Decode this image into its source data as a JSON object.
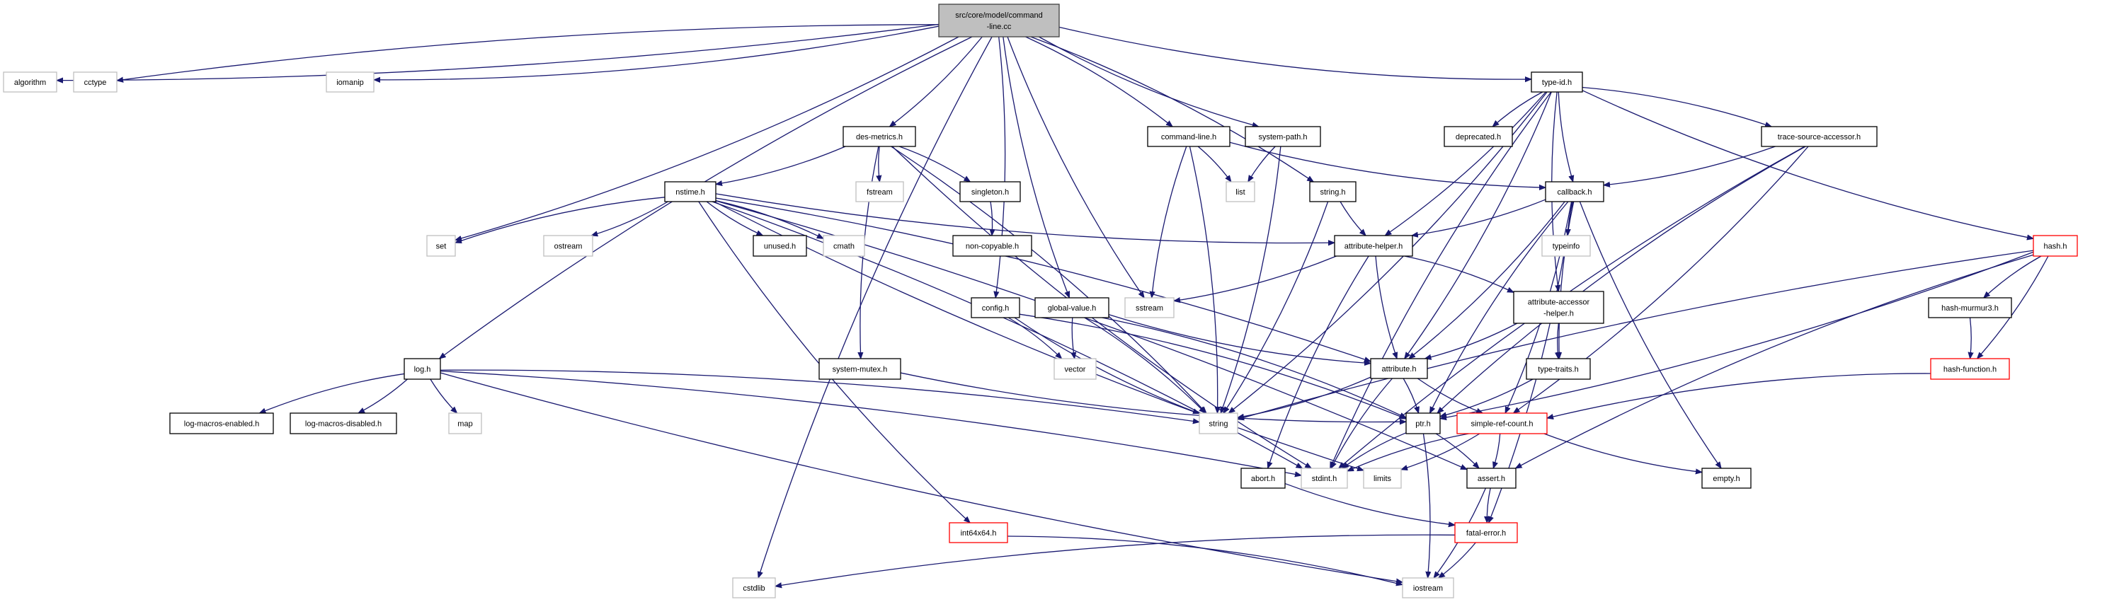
{
  "graph": {
    "title": "src/core/model/command-line.cc",
    "edge_color": "#191970",
    "node_colors": {
      "root_fill": "#bfbfbf",
      "documented_border": "#000000",
      "system_border": "#bfbfbf",
      "truncated_border": "#ff0000"
    },
    "nodes": [
      {
        "id": "root",
        "label": [
          "src/core/model/command",
          "-line.cc"
        ],
        "kind": "root"
      },
      {
        "id": "algorithm",
        "label": [
          "algorithm"
        ],
        "kind": "system"
      },
      {
        "id": "cctype",
        "label": [
          "cctype"
        ],
        "kind": "system"
      },
      {
        "id": "iomanip",
        "label": [
          "iomanip"
        ],
        "kind": "system"
      },
      {
        "id": "type-id.h",
        "label": [
          "type-id.h"
        ],
        "kind": "documented"
      },
      {
        "id": "des-metrics.h",
        "label": [
          "des-metrics.h"
        ],
        "kind": "documented"
      },
      {
        "id": "command-line.h",
        "label": [
          "command-line.h"
        ],
        "kind": "documented"
      },
      {
        "id": "system-path.h",
        "label": [
          "system-path.h"
        ],
        "kind": "documented"
      },
      {
        "id": "deprecated.h",
        "label": [
          "deprecated.h"
        ],
        "kind": "documented"
      },
      {
        "id": "trace-source-accessor.h",
        "label": [
          "trace-source-accessor.h"
        ],
        "kind": "documented"
      },
      {
        "id": "nstime.h",
        "label": [
          "nstime.h"
        ],
        "kind": "documented"
      },
      {
        "id": "fstream",
        "label": [
          "fstream"
        ],
        "kind": "system"
      },
      {
        "id": "singleton.h",
        "label": [
          "singleton.h"
        ],
        "kind": "documented"
      },
      {
        "id": "list",
        "label": [
          "list"
        ],
        "kind": "system"
      },
      {
        "id": "string.h",
        "label": [
          "string.h"
        ],
        "kind": "documented"
      },
      {
        "id": "callback.h",
        "label": [
          "callback.h"
        ],
        "kind": "documented"
      },
      {
        "id": "set",
        "label": [
          "set"
        ],
        "kind": "system"
      },
      {
        "id": "ostream",
        "label": [
          "ostream"
        ],
        "kind": "system"
      },
      {
        "id": "unused.h",
        "label": [
          "unused.h"
        ],
        "kind": "documented"
      },
      {
        "id": "cmath",
        "label": [
          "cmath"
        ],
        "kind": "system"
      },
      {
        "id": "non-copyable.h",
        "label": [
          "non-copyable.h"
        ],
        "kind": "documented"
      },
      {
        "id": "attribute-helper.h",
        "label": [
          "attribute-helper.h"
        ],
        "kind": "documented"
      },
      {
        "id": "typeinfo",
        "label": [
          "typeinfo"
        ],
        "kind": "system"
      },
      {
        "id": "hash.h",
        "label": [
          "hash.h"
        ],
        "kind": "truncated"
      },
      {
        "id": "config.h",
        "label": [
          "config.h"
        ],
        "kind": "documented"
      },
      {
        "id": "global-value.h",
        "label": [
          "global-value.h"
        ],
        "kind": "documented"
      },
      {
        "id": "sstream",
        "label": [
          "sstream"
        ],
        "kind": "system"
      },
      {
        "id": "attribute-accessor-helper.h",
        "label": [
          "attribute-accessor",
          "-helper.h"
        ],
        "kind": "documented"
      },
      {
        "id": "hash-murmur3.h",
        "label": [
          "hash-murmur3.h"
        ],
        "kind": "documented"
      },
      {
        "id": "log.h",
        "label": [
          "log.h"
        ],
        "kind": "documented"
      },
      {
        "id": "system-mutex.h",
        "label": [
          "system-mutex.h"
        ],
        "kind": "documented"
      },
      {
        "id": "vector",
        "label": [
          "vector"
        ],
        "kind": "system"
      },
      {
        "id": "attribute.h",
        "label": [
          "attribute.h"
        ],
        "kind": "documented"
      },
      {
        "id": "type-traits.h",
        "label": [
          "type-traits.h"
        ],
        "kind": "documented"
      },
      {
        "id": "hash-function.h",
        "label": [
          "hash-function.h"
        ],
        "kind": "truncated"
      },
      {
        "id": "log-macros-enabled.h",
        "label": [
          "log-macros-enabled.h"
        ],
        "kind": "documented"
      },
      {
        "id": "log-macros-disabled.h",
        "label": [
          "log-macros-disabled.h"
        ],
        "kind": "documented"
      },
      {
        "id": "map",
        "label": [
          "map"
        ],
        "kind": "system"
      },
      {
        "id": "string",
        "label": [
          "string"
        ],
        "kind": "system"
      },
      {
        "id": "ptr.h",
        "label": [
          "ptr.h"
        ],
        "kind": "documented"
      },
      {
        "id": "simple-ref-count.h",
        "label": [
          "simple-ref-count.h"
        ],
        "kind": "truncated"
      },
      {
        "id": "abort.h",
        "label": [
          "abort.h"
        ],
        "kind": "documented"
      },
      {
        "id": "stdint.h",
        "label": [
          "stdint.h"
        ],
        "kind": "system"
      },
      {
        "id": "limits",
        "label": [
          "limits"
        ],
        "kind": "system"
      },
      {
        "id": "assert.h",
        "label": [
          "assert.h"
        ],
        "kind": "documented"
      },
      {
        "id": "empty.h",
        "label": [
          "empty.h"
        ],
        "kind": "documented"
      },
      {
        "id": "int64x64.h",
        "label": [
          "int64x64.h"
        ],
        "kind": "truncated"
      },
      {
        "id": "fatal-error.h",
        "label": [
          "fatal-error.h"
        ],
        "kind": "truncated"
      },
      {
        "id": "cstdlib",
        "label": [
          "cstdlib"
        ],
        "kind": "system"
      },
      {
        "id": "iostream",
        "label": [
          "iostream"
        ],
        "kind": "system"
      }
    ],
    "edges": [
      [
        "root",
        "algorithm"
      ],
      [
        "root",
        "cctype"
      ],
      [
        "root",
        "iomanip"
      ],
      [
        "root",
        "cstdlib"
      ],
      [
        "root",
        "set"
      ],
      [
        "root",
        "log.h"
      ],
      [
        "root",
        "des-metrics.h"
      ],
      [
        "root",
        "sstream"
      ],
      [
        "root",
        "config.h"
      ],
      [
        "root",
        "global-value.h"
      ],
      [
        "root",
        "command-line.h"
      ],
      [
        "root",
        "system-path.h"
      ],
      [
        "root",
        "string.h"
      ],
      [
        "root",
        "type-id.h"
      ],
      [
        "des-metrics.h",
        "nstime.h"
      ],
      [
        "des-metrics.h",
        "fstream"
      ],
      [
        "des-metrics.h",
        "singleton.h"
      ],
      [
        "des-metrics.h",
        "system-mutex.h"
      ],
      [
        "des-metrics.h",
        "string"
      ],
      [
        "des-metrics.h",
        "stdint.h"
      ],
      [
        "singleton.h",
        "non-copyable.h"
      ],
      [
        "nstime.h",
        "set"
      ],
      [
        "nstime.h",
        "ostream"
      ],
      [
        "nstime.h",
        "unused.h"
      ],
      [
        "nstime.h",
        "cmath"
      ],
      [
        "nstime.h",
        "attribute-helper.h"
      ],
      [
        "nstime.h",
        "attribute.h"
      ],
      [
        "nstime.h",
        "int64x64.h"
      ],
      [
        "nstime.h",
        "stdint.h"
      ],
      [
        "nstime.h",
        "limits"
      ],
      [
        "nstime.h",
        "assert.h"
      ],
      [
        "command-line.h",
        "callback.h"
      ],
      [
        "command-line.h",
        "list"
      ],
      [
        "command-line.h",
        "sstream"
      ],
      [
        "command-line.h",
        "string"
      ],
      [
        "system-path.h",
        "list"
      ],
      [
        "system-path.h",
        "string"
      ],
      [
        "string.h",
        "attribute-helper.h"
      ],
      [
        "string.h",
        "string"
      ],
      [
        "type-id.h",
        "deprecated.h"
      ],
      [
        "type-id.h",
        "trace-source-accessor.h"
      ],
      [
        "type-id.h",
        "callback.h"
      ],
      [
        "type-id.h",
        "attribute.h"
      ],
      [
        "type-id.h",
        "attribute-accessor-helper.h"
      ],
      [
        "type-id.h",
        "attribute-helper.h"
      ],
      [
        "type-id.h",
        "hash.h"
      ],
      [
        "type-id.h",
        "string"
      ],
      [
        "type-id.h",
        "stdint.h"
      ],
      [
        "trace-source-accessor.h",
        "callback.h"
      ],
      [
        "trace-source-accessor.h",
        "ptr.h"
      ],
      [
        "trace-source-accessor.h",
        "simple-ref-count.h"
      ],
      [
        "trace-source-accessor.h",
        "stdint.h"
      ],
      [
        "callback.h",
        "attribute-helper.h"
      ],
      [
        "callback.h",
        "typeinfo"
      ],
      [
        "callback.h",
        "attribute.h"
      ],
      [
        "callback.h",
        "ptr.h"
      ],
      [
        "callback.h",
        "simple-ref-count.h"
      ],
      [
        "callback.h",
        "type-traits.h"
      ],
      [
        "callback.h",
        "fatal-error.h"
      ],
      [
        "callback.h",
        "empty.h"
      ],
      [
        "attribute-helper.h",
        "sstream"
      ],
      [
        "attribute-helper.h",
        "attribute.h"
      ],
      [
        "attribute-helper.h",
        "attribute-accessor-helper.h"
      ],
      [
        "attribute-helper.h",
        "abort.h"
      ],
      [
        "attribute-accessor-helper.h",
        "attribute.h"
      ],
      [
        "attribute-accessor-helper.h",
        "type-traits.h"
      ],
      [
        "config.h",
        "vector"
      ],
      [
        "config.h",
        "string"
      ],
      [
        "config.h",
        "ptr.h"
      ],
      [
        "global-value.h",
        "vector"
      ],
      [
        "global-value.h",
        "string"
      ],
      [
        "global-value.h",
        "attribute.h"
      ],
      [
        "global-value.h",
        "ptr.h"
      ],
      [
        "log.h",
        "log-macros-enabled.h"
      ],
      [
        "log.h",
        "log-macros-disabled.h"
      ],
      [
        "log.h",
        "map"
      ],
      [
        "log.h",
        "string"
      ],
      [
        "log.h",
        "iostream"
      ],
      [
        "log.h",
        "stdint.h"
      ],
      [
        "system-mutex.h",
        "ptr.h"
      ],
      [
        "attribute.h",
        "string"
      ],
      [
        "attribute.h",
        "stdint.h"
      ],
      [
        "attribute.h",
        "ptr.h"
      ],
      [
        "attribute.h",
        "simple-ref-count.h"
      ],
      [
        "type-traits.h",
        "ptr.h"
      ],
      [
        "hash.h",
        "hash-murmur3.h"
      ],
      [
        "hash.h",
        "hash-function.h"
      ],
      [
        "hash.h",
        "string"
      ],
      [
        "hash.h",
        "ptr.h"
      ],
      [
        "hash.h",
        "assert.h"
      ],
      [
        "hash-murmur3.h",
        "hash-function.h"
      ],
      [
        "hash-function.h",
        "simple-ref-count.h"
      ],
      [
        "ptr.h",
        "iostream"
      ],
      [
        "ptr.h",
        "stdint.h"
      ],
      [
        "ptr.h",
        "assert.h"
      ],
      [
        "simple-ref-count.h",
        "empty.h"
      ],
      [
        "simple-ref-count.h",
        "assert.h"
      ],
      [
        "simple-ref-count.h",
        "stdint.h"
      ],
      [
        "simple-ref-count.h",
        "limits"
      ],
      [
        "assert.h",
        "fatal-error.h"
      ],
      [
        "assert.h",
        "iostream"
      ],
      [
        "abort.h",
        "fatal-error.h"
      ],
      [
        "fatal-error.h",
        "iostream"
      ],
      [
        "fatal-error.h",
        "cstdlib"
      ],
      [
        "int64x64.h",
        "iostream"
      ]
    ]
  }
}
